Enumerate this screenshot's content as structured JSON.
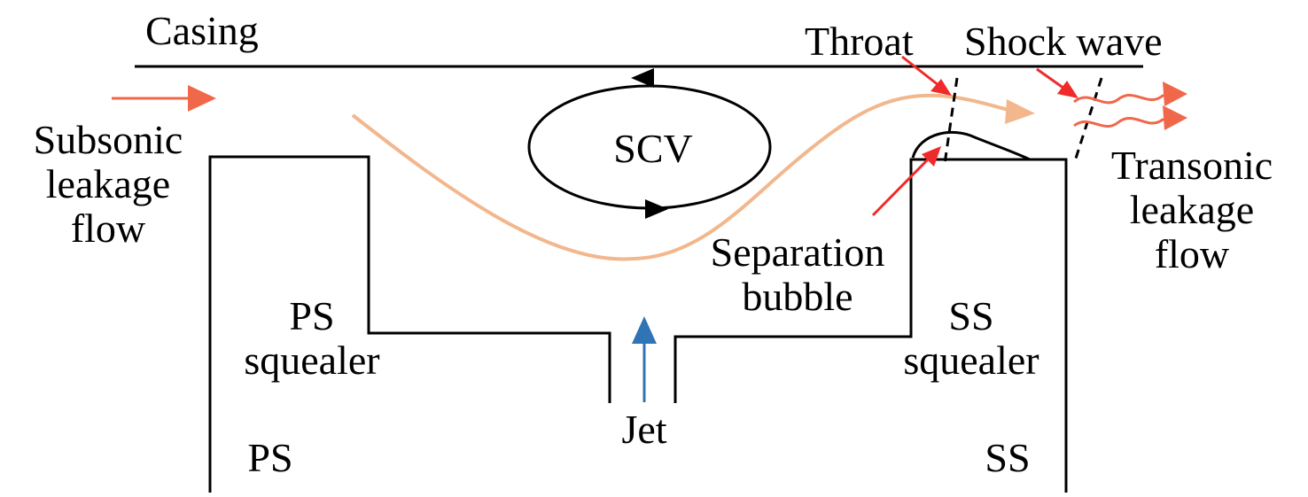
{
  "labels": {
    "casing": "Casing",
    "throat": "Throat",
    "shock_wave": "Shock wave",
    "subsonic": [
      "Subsonic",
      "leakage",
      "flow"
    ],
    "scv": "SCV",
    "transonic": [
      "Transonic",
      "leakage",
      "flow"
    ],
    "separation": [
      "Separation",
      "bubble"
    ],
    "ps_squealer": [
      "PS",
      "squealer"
    ],
    "ss_squealer": [
      "SS",
      "squealer"
    ],
    "jet": "Jet",
    "ps": "PS",
    "ss": "SS"
  },
  "colors": {
    "outline": "#000000",
    "leakage_arrow": "#f0674a",
    "leakage_path": "#f2b78c",
    "pointer": "#f02a2a",
    "jet": "#2f74b5"
  }
}
